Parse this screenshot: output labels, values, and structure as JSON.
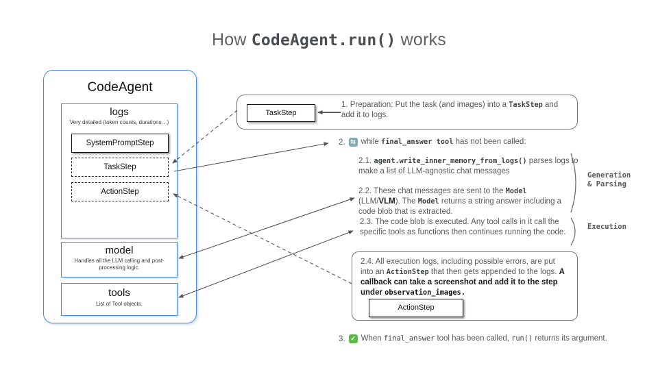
{
  "title": {
    "prefix": "How ",
    "code": "CodeAgent.run()",
    "suffix": " works"
  },
  "icons": {
    "loop": "⇆",
    "check": "✓"
  },
  "agent_panel": {
    "title": "CodeAgent",
    "logs": {
      "title": "logs",
      "subtitle": "Very detailed (token counts, durations…)",
      "steps": [
        {
          "label": "SystemPromptStep"
        },
        {
          "label": "TaskStep"
        },
        {
          "label": "ActionStep"
        }
      ]
    },
    "model": {
      "title": "model",
      "subtitle": "Handles all the LLM calling and post-processing logic."
    },
    "tools": {
      "title": "tools",
      "subtitle": "List of Tool objects."
    }
  },
  "flow": {
    "step1": {
      "box_label": "TaskStep",
      "text": [
        {
          "t": "1.  Preparation: Put the task (and images) into a ",
          "s": ""
        },
        {
          "t": "TaskStep",
          "s": "code"
        },
        {
          "t": " and add it to logs.",
          "s": ""
        }
      ]
    },
    "step2": {
      "num": "2.",
      "text": [
        {
          "t": "while ",
          "s": ""
        },
        {
          "t": "final_answer tool",
          "s": "code"
        },
        {
          "t": "  has not been called:",
          "s": ""
        }
      ]
    },
    "step21": {
      "text": [
        {
          "t": "2.1.  ",
          "s": ""
        },
        {
          "t": "agent.write_inner_memory_from_logs()",
          "s": "code"
        },
        {
          "t": "  parses logs to make a list of LLM-agnostic chat messages",
          "s": ""
        }
      ]
    },
    "step22": {
      "text": [
        {
          "t": "2.2. These chat messages are sent to the ",
          "s": ""
        },
        {
          "t": "Model",
          "s": "code"
        },
        {
          "t": " (LLM/",
          "s": ""
        },
        {
          "t": "VLM",
          "s": "strong"
        },
        {
          "t": "). The ",
          "s": ""
        },
        {
          "t": "Model",
          "s": "code"
        },
        {
          "t": "  returns a string answer including a code blob that is extracted.",
          "s": ""
        }
      ]
    },
    "step23": {
      "text": [
        {
          "t": "2.3. The code blob is executed. Any tool calls in it call the specific tools as functions then continues running the code.",
          "s": ""
        }
      ]
    },
    "step24": {
      "box_label": "ActionStep",
      "text": [
        {
          "t": "2.4. All execution logs, including possible errors, are put into an ",
          "s": ""
        },
        {
          "t": "ActionStep",
          "s": "code"
        },
        {
          "t": " that then gets appended to the logs. ",
          "s": ""
        },
        {
          "t": "A callback can  take a screenshot and add it to the step under ",
          "s": "strong"
        },
        {
          "t": "observation_images.",
          "s": "codestrong"
        }
      ]
    },
    "step3": {
      "num": "3.",
      "text": [
        {
          "t": "When ",
          "s": ""
        },
        {
          "t": "final_answer",
          "s": "code-light"
        },
        {
          "t": " tool has been called, ",
          "s": ""
        },
        {
          "t": "run()",
          "s": "code-light"
        },
        {
          "t": " returns its argument.",
          "s": ""
        }
      ]
    }
  },
  "group_labels": {
    "generation_line1": "Generation",
    "generation_line2": "& Parsing",
    "execution": "Execution"
  },
  "colors": {
    "accent_blue": "#4285f4",
    "border_gray": "#757575",
    "text_gray": "#57595c",
    "loop_icon_bg": "#7ba7bd",
    "check_icon_bg": "#5fb949"
  }
}
